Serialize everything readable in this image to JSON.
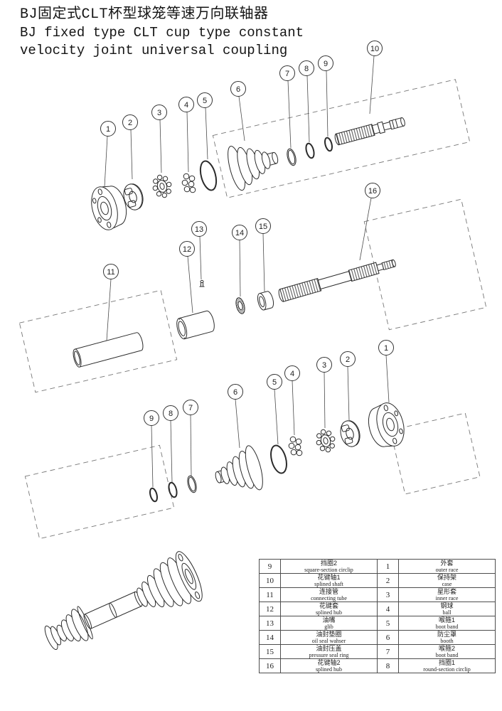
{
  "title": {
    "line1": "BJ固定式CLT杯型球笼等速万向联轴器",
    "line2": "BJ fixed type CLT cup type constant",
    "line3": "velocity joint universal coupling"
  },
  "callouts": {
    "top": [
      "1",
      "2",
      "3",
      "4",
      "5",
      "6",
      "7",
      "8",
      "9",
      "10"
    ],
    "middle": [
      "11",
      "12",
      "13",
      "14",
      "15",
      "16"
    ],
    "bottom": [
      "9",
      "8",
      "7",
      "6",
      "5",
      "4",
      "3",
      "2",
      "1"
    ]
  },
  "table": {
    "rows": [
      {
        "ln": "9",
        "lzh": "挡圈2",
        "len": "square-section circlip",
        "rn": "1",
        "rzh": "外套",
        "ren": "outer race"
      },
      {
        "ln": "10",
        "lzh": "花键轴1",
        "len": "splined shaft",
        "rn": "2",
        "rzh": "保持架",
        "ren": "case"
      },
      {
        "ln": "11",
        "lzh": "连接管",
        "len": "connecting tube",
        "rn": "3",
        "rzh": "星形套",
        "ren": "inner race"
      },
      {
        "ln": "12",
        "lzh": "花键套",
        "len": "splined hub",
        "rn": "4",
        "rzh": "钢球",
        "ren": "ball"
      },
      {
        "ln": "13",
        "lzh": "油嘴",
        "len": "glib",
        "rn": "5",
        "rzh": "喉箍1",
        "ren": "boot band"
      },
      {
        "ln": "14",
        "lzh": "油封垫圈",
        "len": "oil seal wahser",
        "rn": "6",
        "rzh": "防尘罩",
        "ren": "booth"
      },
      {
        "ln": "15",
        "lzh": "油封压盖",
        "len": "pressure seal ring",
        "rn": "7",
        "rzh": "喉箍2",
        "ren": "boot band"
      },
      {
        "ln": "16",
        "lzh": "花键轴2",
        "len": "splined hub",
        "rn": "8",
        "rzh": "挡圈1",
        "ren": "round-section circlip"
      }
    ]
  }
}
